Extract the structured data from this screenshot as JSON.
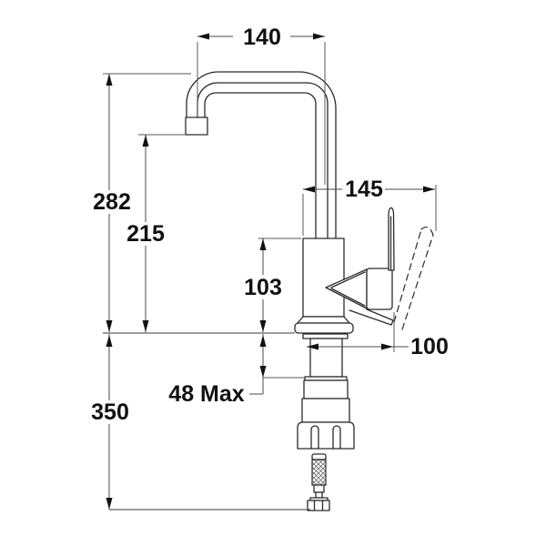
{
  "drawing": {
    "kind": "faucet-dimension-diagram",
    "colors": {
      "background": "#ffffff",
      "outline": "#2b2b2b",
      "dimension_lines": "#4a4a4a",
      "text": "#111111"
    },
    "labels": {
      "spout_reach": "140",
      "handle_reach": "145",
      "total_height": "282",
      "spout_height": "215",
      "body_height": "103",
      "handle_depth": "100",
      "max_deck_thickness": "48 Max",
      "under_counter_length": "350"
    }
  }
}
